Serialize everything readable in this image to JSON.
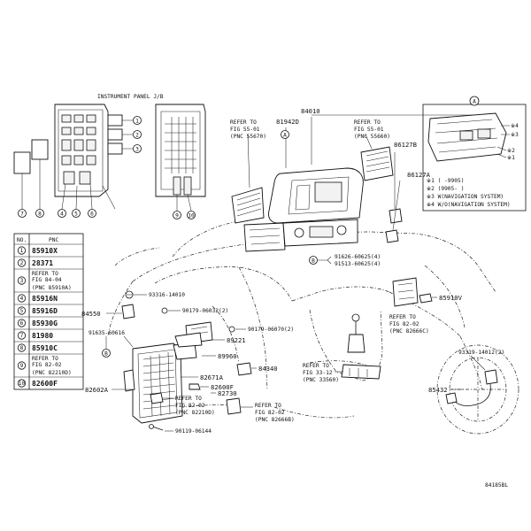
{
  "inset_title": "INSTRUMENT PANEL J/B",
  "inset_numbers": [
    "1",
    "2",
    "3",
    "4",
    "5",
    "6",
    "7",
    "8",
    "9",
    "10"
  ],
  "pnc_table": {
    "headers": [
      "NO.",
      "PNC"
    ],
    "rows": [
      {
        "no": "1",
        "pnc": "85910X",
        "sub": ""
      },
      {
        "no": "2",
        "pnc": "28371",
        "sub": ""
      },
      {
        "no": "3",
        "pnc": "REFER TO\nFIG 84-04",
        "sub": "(PNC 85910A)"
      },
      {
        "no": "4",
        "pnc": "85916N",
        "sub": ""
      },
      {
        "no": "5",
        "pnc": "85916D",
        "sub": ""
      },
      {
        "no": "6",
        "pnc": "85930G",
        "sub": ""
      },
      {
        "no": "7",
        "pnc": "81980",
        "sub": ""
      },
      {
        "no": "8",
        "pnc": "85910C",
        "sub": ""
      },
      {
        "no": "9",
        "pnc": "REFER TO\nFIG 82-02",
        "sub": "(PNC 82210D)"
      },
      {
        "no": "10",
        "pnc": "82600F",
        "sub": ""
      }
    ]
  },
  "callouts": {
    "p84010": "84010",
    "ref_fig55_left_1": "REFER TO",
    "ref_fig55_left_2": "FIG 55-01",
    "ref_fig55_left_3": "(PNC 55670)",
    "p81942d": "81942D",
    "circle_a": "A",
    "ref_fig55_right_1": "REFER TO",
    "ref_fig55_right_2": "FIG 55-01",
    "ref_fig55_right_3": "(PNC 55660)",
    "p86127b": "86127B",
    "p86127a": "86127A",
    "note1": "※1 (        -9905)",
    "note2": "※2 (9905-          )",
    "note3": "※3 W(NAVIGATION SYSTEM)",
    "note4": "※4 W/O(NAVIGATION SYSTEM)",
    "detail_a": "A",
    "detail_s4": "※4",
    "detail_s3": "※3",
    "detail_s2": "※2",
    "detail_s1": "※1",
    "circle_b": "B",
    "p91626": "91626-60625(4)",
    "p91513": "91513-60625(4)",
    "p93316": "93316-14010",
    "p84550": "84550",
    "p90179a": "90179-06032(2)",
    "p91635": "91635-60616",
    "circle_b2": "B",
    "p89221": "89221",
    "p90179b": "90179-06070(2)",
    "p89960": "89960",
    "p84340": "84340",
    "p82671a": "82671A",
    "p82602a": "82602A",
    "p82600f": "82600F",
    "p82730": "82730",
    "ref82_1_a": "REFER TO",
    "ref82_1_b": "FIG 82-02",
    "ref82_1_c": "(PNC 82210D)",
    "ref82_2_a": "REFER TO",
    "ref82_2_b": "FIG 82-02",
    "ref82_2_c": "(PNC 82666B)",
    "p90119": "90119-06144",
    "ref33_a": "REFER TO",
    "ref33_b": "FIG 33-12",
    "ref33_c": "(PNC 33560)",
    "p85910v": "85910V",
    "ref82_3_a": "REFER TO",
    "ref82_3_b": "FIG 82-02",
    "ref82_3_c": "(PNC 82666C)",
    "p93319": "93319-14012(2)",
    "p85432": "85432",
    "diagram_id": "84185BL"
  }
}
